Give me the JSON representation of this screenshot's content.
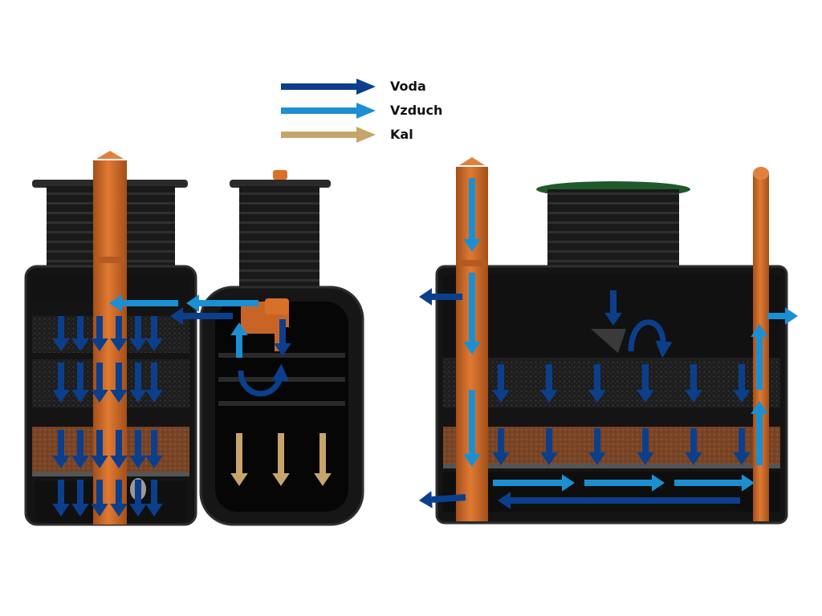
{
  "legend": {
    "items": [
      {
        "label": "Voda",
        "color": "#0b3f8c"
      },
      {
        "label": "Vzduch",
        "color": "#1b8fd2"
      },
      {
        "label": "Kal",
        "color": "#c8a46a"
      }
    ]
  },
  "colors": {
    "tank_body": "#151515",
    "tank_edge": "#2e2e2e",
    "pipe_orange": "#d9702a",
    "pipe_orange_dark": "#a44f1a",
    "foam_filter": "#1e1e1e",
    "sand_filter": "#7a4526",
    "lid_green": "#1f5a2a"
  }
}
